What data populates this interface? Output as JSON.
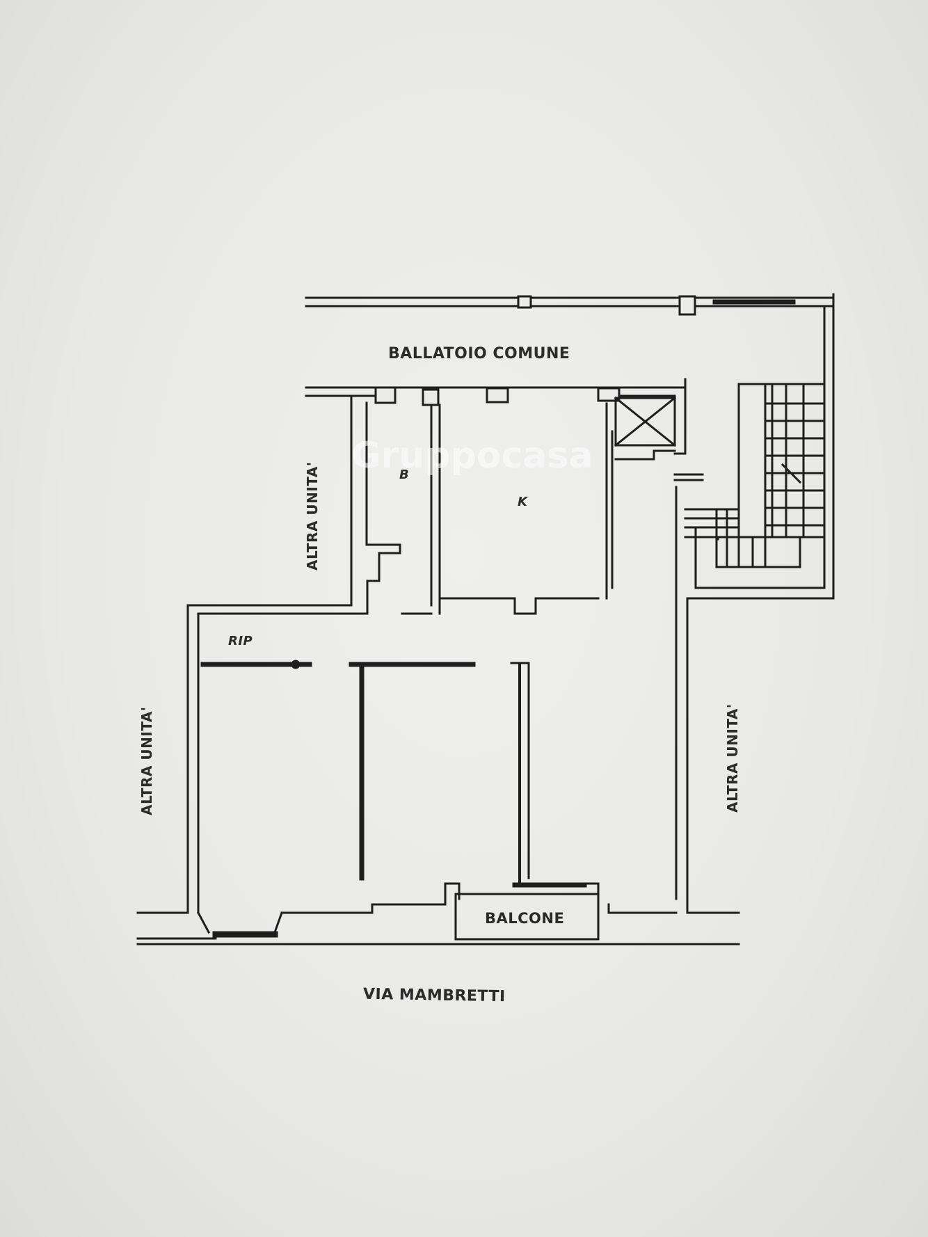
{
  "plan": {
    "corridor_label": "BALLATOIO COMUNE",
    "street_label": "VIA MAMBRETTI",
    "balcony_label": "BALCONE",
    "neighbor_label_top_left": "ALTRA UNITA'",
    "neighbor_label_left": "ALTRA UNITA'",
    "neighbor_label_right": "ALTRA UNITA'",
    "room_bathroom": "B",
    "room_kitchen": "K",
    "room_storage": "RIP"
  },
  "watermark": {
    "text": "Gruppocasa"
  },
  "colors": {
    "paper": "#ebebe9",
    "ink": "#1e1e1e"
  }
}
